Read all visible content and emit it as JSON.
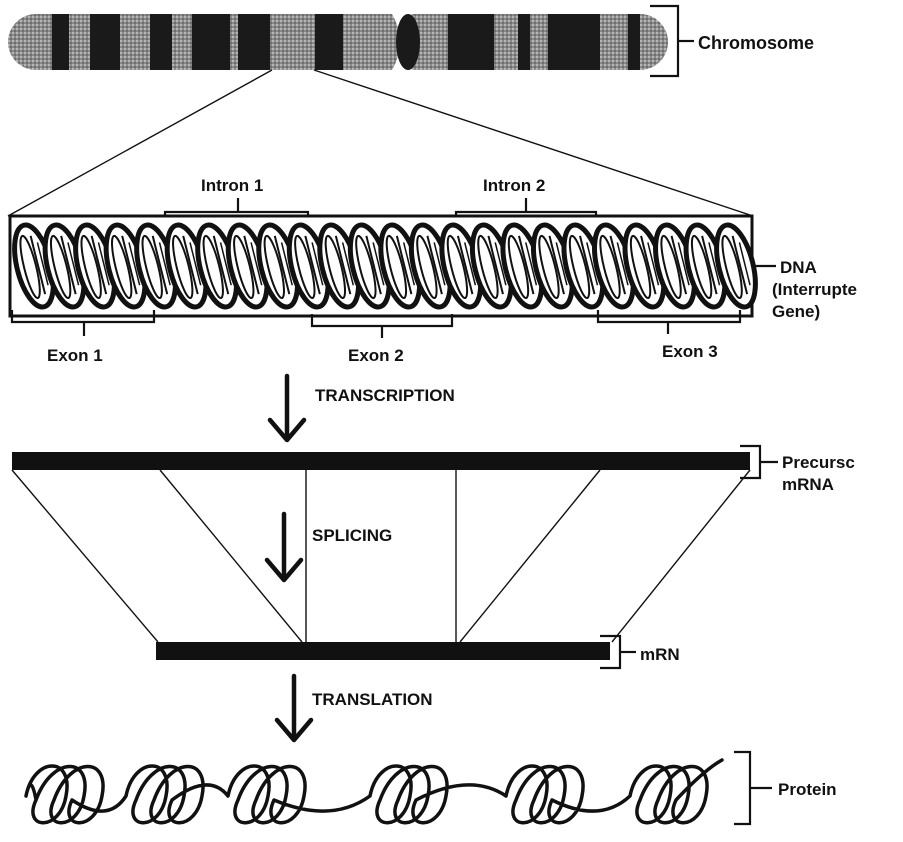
{
  "labels": {
    "chromosome": "Chromosome",
    "intron_1": "Intron 1",
    "intron_2": "Intron 2",
    "dna_line1": "DNA",
    "dna_line2": "(Interrupte",
    "dna_line3": "Gene)",
    "exon_1": "Exon 1",
    "exon_2": "Exon 2",
    "exon_3": "Exon 3",
    "transcription": "TRANSCRIPTION",
    "precursor_line1": "Precursc",
    "precursor_line2": "mRNA",
    "splicing": "SPLICING",
    "mrna": "mRN",
    "translation": "TRANSLATION",
    "protein": "Protein"
  }
}
